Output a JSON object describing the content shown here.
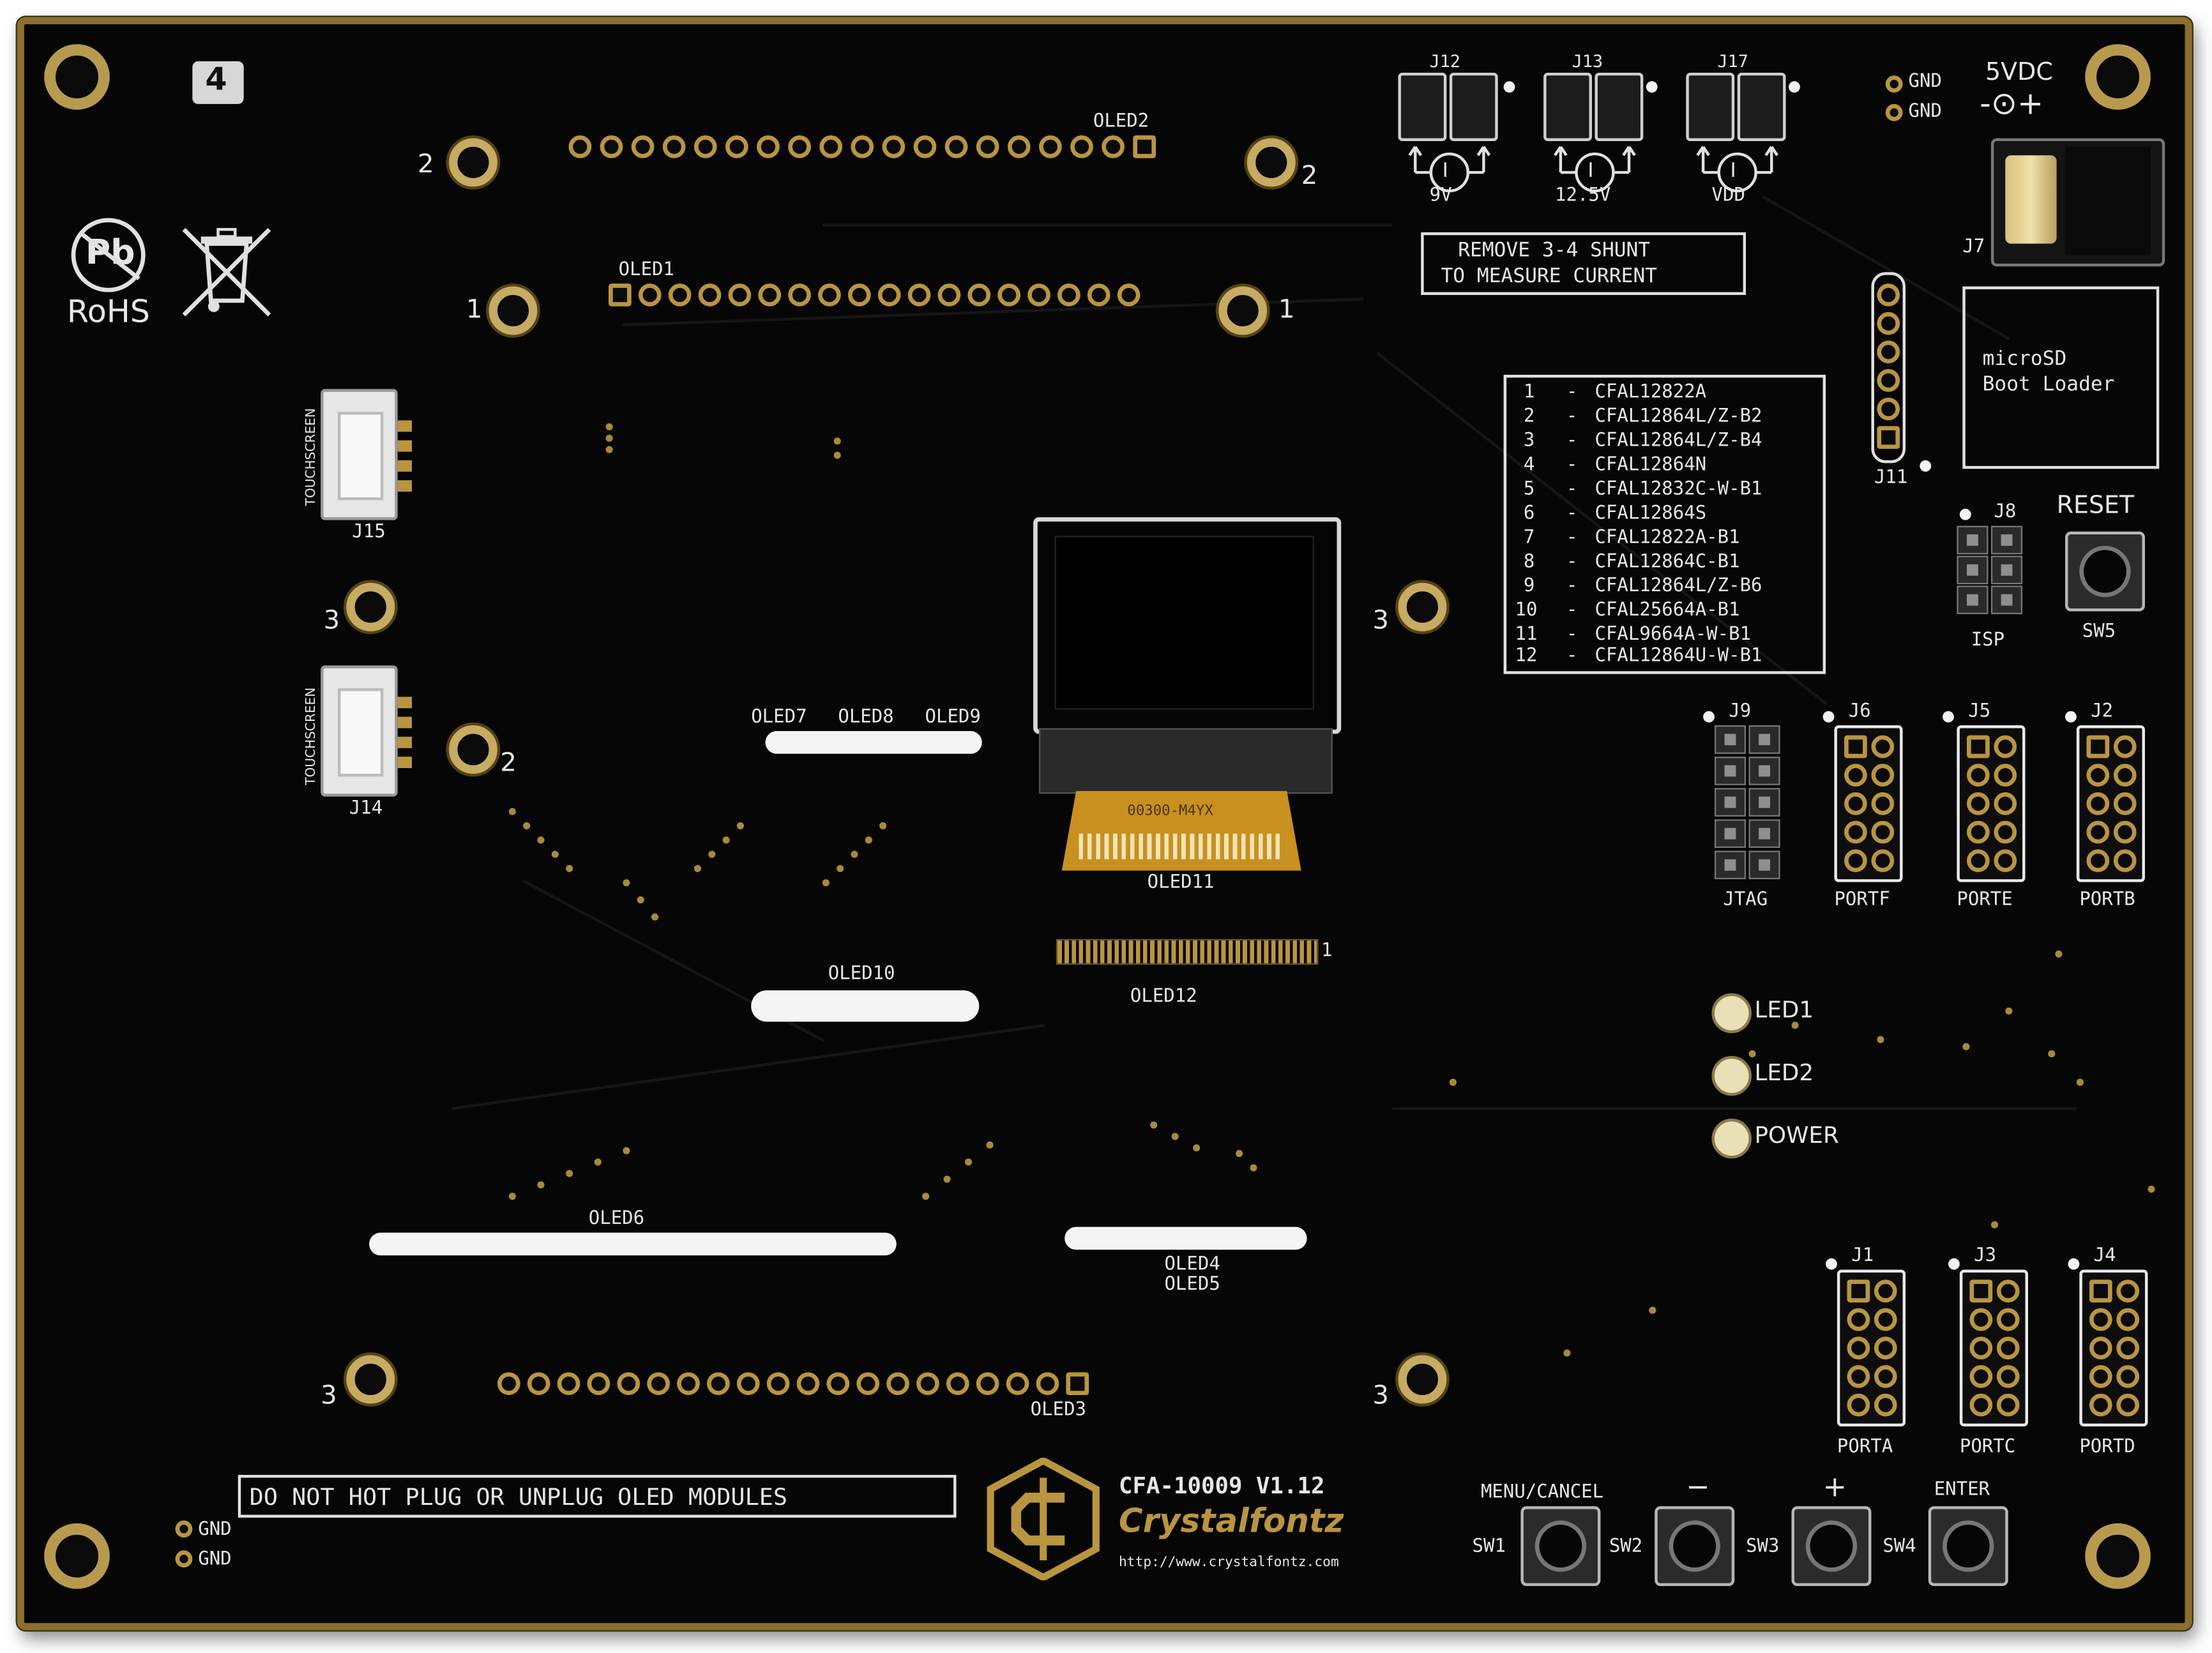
{
  "board": {
    "model": "CFA-10009 V1.12",
    "brand": "Crystalfontz",
    "url": "http://www.crystalfontz.com",
    "badge": "4",
    "rohs": "RoHS",
    "pb_label": "Pb",
    "warning": "DO NOT HOT PLUG OR UNPLUG OLED MODULES",
    "shunt_note_line1": "REMOVE 3-4 SHUNT",
    "shunt_note_line2": "TO MEASURE CURRENT",
    "microsd_line1": "microSD",
    "microsd_line2": "Boot Loader",
    "reset_label": "RESET",
    "power_label": "5VDC",
    "power_symbol": "-⊙+",
    "gnd_label": "GND"
  },
  "colors": {
    "pcb": "#060606",
    "gold": "#b9953f",
    "silkscreen": "#e6e6e6",
    "flex_cable": "#c8901f",
    "border": "#8a6f2e"
  },
  "module_list": [
    {
      "num": "1",
      "name": "CFAL12822A"
    },
    {
      "num": "2",
      "name": "CFAL12864L/Z-B2"
    },
    {
      "num": "3",
      "name": "CFAL12864L/Z-B4"
    },
    {
      "num": "4",
      "name": "CFAL12864N"
    },
    {
      "num": "5",
      "name": "CFAL12832C-W-B1"
    },
    {
      "num": "6",
      "name": "CFAL12864S"
    },
    {
      "num": "7",
      "name": "CFAL12822A-B1"
    },
    {
      "num": "8",
      "name": "CFAL12864C-B1"
    },
    {
      "num": "9",
      "name": "CFAL12864L/Z-B6"
    },
    {
      "num": "10",
      "name": "CFAL25664A-B1"
    },
    {
      "num": "11",
      "name": "CFAL9664A-W-B1"
    },
    {
      "num": "12",
      "name": "CFAL12864U-W-B1"
    }
  ],
  "list_dash": "-",
  "jumpers": [
    {
      "ref": "J12",
      "label": "9V"
    },
    {
      "ref": "J13",
      "label": "12.5V"
    },
    {
      "ref": "J17",
      "label": "VDD"
    }
  ],
  "meter_symbol": "I",
  "headers": {
    "j9": {
      "ref": "J9",
      "label": "JTAG"
    },
    "j6": {
      "ref": "J6",
      "label": "PORTF"
    },
    "j5": {
      "ref": "J5",
      "label": "PORTE"
    },
    "j2": {
      "ref": "J2",
      "label": "PORTB"
    },
    "j1": {
      "ref": "J1",
      "label": "PORTA"
    },
    "j3": {
      "ref": "J3",
      "label": "PORTC"
    },
    "j4": {
      "ref": "J4",
      "label": "PORTD"
    },
    "j8": {
      "ref": "J8",
      "label": "ISP"
    },
    "j11": {
      "ref": "J11"
    },
    "j7": {
      "ref": "J7"
    }
  },
  "connectors": {
    "j15": {
      "ref": "J15",
      "label": "TOUCHSCREEN"
    },
    "j14": {
      "ref": "J14",
      "label": "TOUCHSCREEN"
    }
  },
  "oled_labels": {
    "oled1": "OLED1",
    "oled2": "OLED2",
    "oled3": "OLED3",
    "oled4": "OLED4",
    "oled5": "OLED5",
    "oled6": "OLED6",
    "oled7": "OLED7",
    "oled8": "OLED8",
    "oled9": "OLED9",
    "oled10": "OLED10",
    "oled11": "OLED11",
    "oled12": "OLED12",
    "oled12_pin": "1",
    "flex_print": "00300-M4YX"
  },
  "mount_labels": {
    "one": "1",
    "two": "2",
    "three": "3"
  },
  "leds": [
    {
      "label": "LED1"
    },
    {
      "label": "LED2"
    },
    {
      "label": "POWER"
    }
  ],
  "switches": [
    {
      "ref": "SW1",
      "label": "MENU/CANCEL"
    },
    {
      "ref": "SW2",
      "label": "−"
    },
    {
      "ref": "SW3",
      "label": "+"
    },
    {
      "ref": "SW4",
      "label": "ENTER"
    },
    {
      "ref": "SW5",
      "label": ""
    }
  ]
}
